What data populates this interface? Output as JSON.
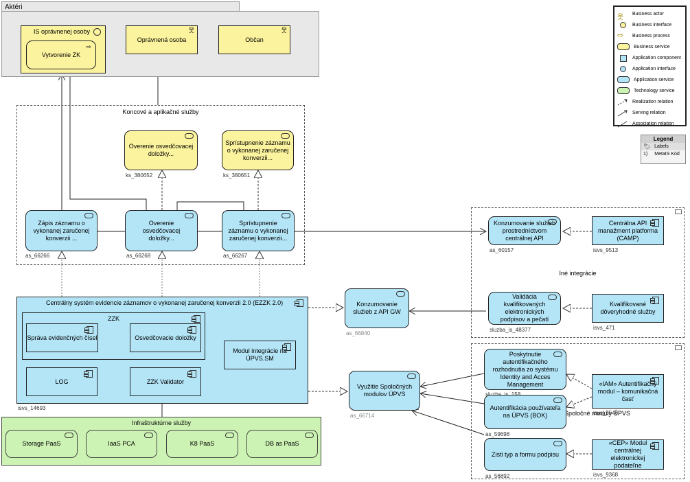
{
  "actors_group": {
    "title": "Aktéri"
  },
  "actors": {
    "is_opravnenej": "IS oprávnenej osoby",
    "vytvorenie": "Vytvorenie ZK",
    "opravnena": "Oprávnená osoba",
    "obcan": "Občan"
  },
  "koncove_group": {
    "title": "Koncové a aplikačné služby"
  },
  "business_services": [
    {
      "label": "Overenie osvedčovacej doložky...",
      "code": "ks_380652"
    },
    {
      "label": "Sprístupnenie záznamu o vykonanej zaručenej konverzii...",
      "code": "ks_380651"
    }
  ],
  "app_services": [
    {
      "label": "Zápis záznamu o vykonanej zaručenej konverzii ...",
      "code": "as_66266"
    },
    {
      "label": "Overenie osvedčovacej doložky...",
      "code": "as_66268"
    },
    {
      "label": "Sprístupnenie záznamu o vykonanej zaručenej konverzii...",
      "code": "as_66267"
    }
  ],
  "central_system": {
    "label": "Centrálny systém evidencie záznamov o vykonanej zaručenej konverzii 2.0 (EZZK 2.0)",
    "code": "isvs_14693",
    "zzk_title": "ZZK",
    "sprava": "Správa evidenčných čísel",
    "osvedcovacie": "Osvedčovacie doložky",
    "log": "LOG",
    "validator": "ZZK Validator",
    "modul": "Modul integrácie na ÚPVS.SM"
  },
  "infra": {
    "title": "Infraštruktúrne služby",
    "items": [
      "Storage PaaS",
      "IaaS PCA",
      "K8 PaaS",
      "DB as PaaS"
    ]
  },
  "middle_services": [
    {
      "label": "Konzumovanie služieb z API GW",
      "code": "as_66840"
    },
    {
      "label": "Využitie Spoločných modulov ÚPVS",
      "code": "as_66714"
    }
  ],
  "ine_integracie": {
    "title": "Iné integrácie",
    "konzumovanie": {
      "label": "Konzumovanie služieb prostredníctvom centrálnej API",
      "code": "as_60157"
    },
    "camp": {
      "label": "Centrálna API manažment platforma (CAMP)",
      "code": "isvs_9513"
    },
    "validacia": {
      "label": "Validácia kvalifikovaných elektronických podpisov a pečatí",
      "code": "sluzba_is_48377"
    },
    "kvalifikovane": {
      "label": "Kvalifikované dôveryhodné služby",
      "code": "isvs_471"
    }
  },
  "spolocne": {
    "title": "Spoločné moduly ÚPVS",
    "poskytnutie": {
      "label": "Poskytnutie autentifikačného rozhodnutia zo systému Identity and Acces Management",
      "code": "sluzba_is_158"
    },
    "autentifikacia": {
      "label": "Autentifikácia používateľa na ÚPVS (BOK)",
      "code": "as_59698"
    },
    "iam": {
      "label": "«IAM» Autentifikačný modul – komunikačná časť",
      "code": "isvs_5546"
    },
    "zisti": {
      "label": "Zisti typ a formu podpisu",
      "code": "as_56892"
    },
    "cep": {
      "label": "«CEP» Modul centrálnej elektronickej podateľne",
      "code": "isvs_9368"
    }
  },
  "legend": [
    "Business actor",
    "Business interface",
    "Business process",
    "Business service",
    "Application component",
    "Application interface",
    "Application service",
    "Technology service",
    "Realization relation",
    "Serving relation",
    "Association relation"
  ],
  "legend2": {
    "title": "Legend",
    "labels": "Labels",
    "num": "1)",
    "metais": "MetaIS Kód"
  },
  "colors": {
    "business": "#fbf39d",
    "application": "#b3e5f7",
    "technology": "#cdf3b4"
  }
}
